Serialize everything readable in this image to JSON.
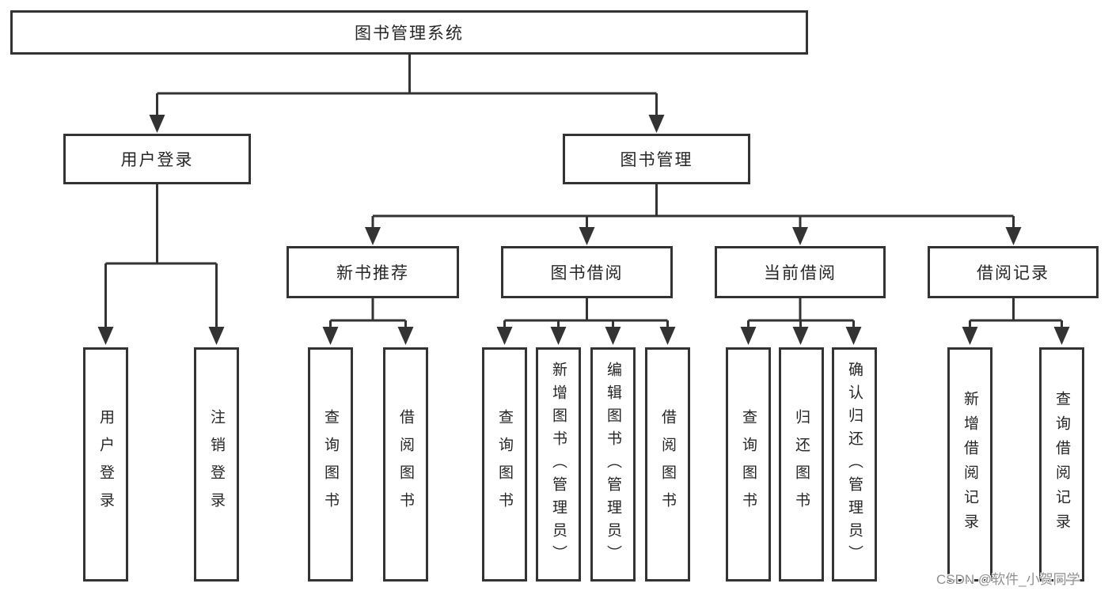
{
  "diagram": {
    "title_node": {
      "label": "图书管理系统"
    },
    "level2": [
      {
        "label": "用户登录"
      },
      {
        "label": "图书管理"
      }
    ],
    "level3": [
      {
        "label": "新书推荐",
        "parent": "图书管理"
      },
      {
        "label": "图书借阅",
        "parent": "图书管理"
      },
      {
        "label": "当前借阅",
        "parent": "图书管理"
      },
      {
        "label": "借阅记录",
        "parent": "图书管理"
      }
    ],
    "leaves": [
      {
        "label": "用户登录",
        "parent": "用户登录"
      },
      {
        "label": "注销登录",
        "parent": "用户登录"
      },
      {
        "label": "查询图书",
        "parent": "新书推荐"
      },
      {
        "label": "借阅图书",
        "parent": "新书推荐"
      },
      {
        "label": "查询图书",
        "parent": "图书借阅"
      },
      {
        "label": "新增图书（管理员）",
        "parent": "图书借阅"
      },
      {
        "label": "编辑图书（管理员）",
        "parent": "图书借阅"
      },
      {
        "label": "借阅图书",
        "parent": "图书借阅"
      },
      {
        "label": "查询图书",
        "parent": "当前借阅"
      },
      {
        "label": "归还图书",
        "parent": "当前借阅"
      },
      {
        "label": "确认归还（管理员）",
        "parent": "当前借阅"
      },
      {
        "label": "新增借阅记录",
        "parent": "借阅记录"
      },
      {
        "label": "查询借阅记录",
        "parent": "借阅记录"
      }
    ]
  },
  "watermark": {
    "text": "CSDN @软件_小贺同学"
  },
  "colors": {
    "line": "#333333",
    "box_border": "#333333",
    "text": "#262626",
    "background": "#ffffff",
    "watermark_text": "#8f8f8f"
  }
}
